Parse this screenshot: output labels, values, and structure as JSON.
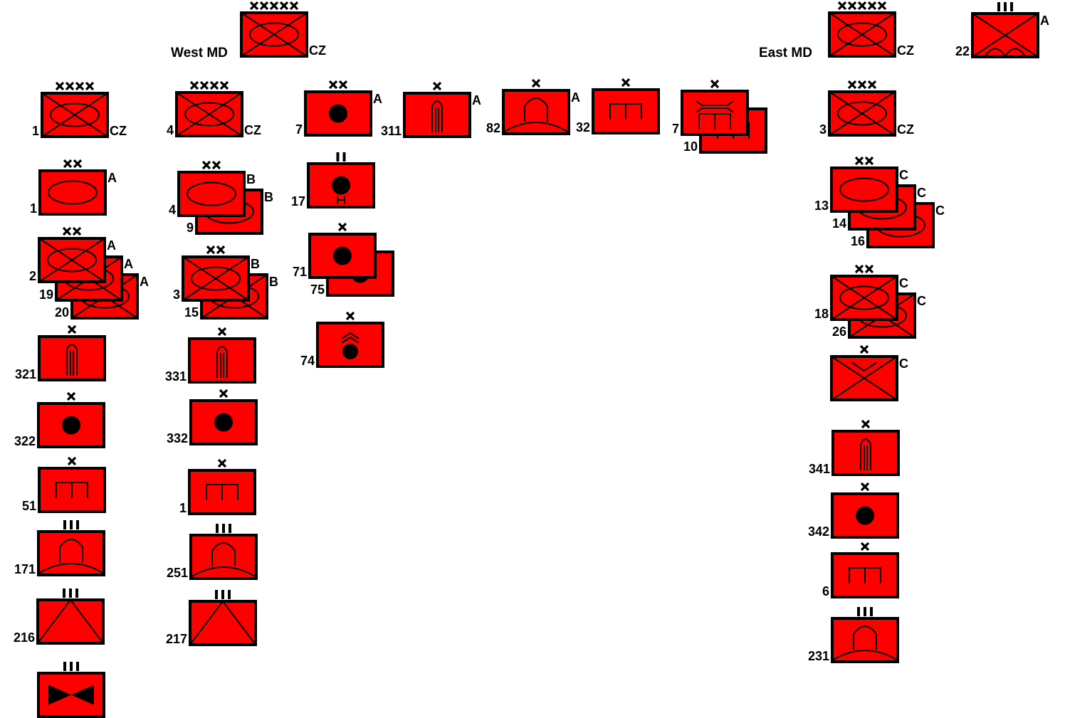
{
  "colors": {
    "unit_fill": "#ff0000",
    "outline": "#000000",
    "background": "#ffffff"
  },
  "headers": [
    {
      "id": "west",
      "text": "West MD"
    },
    {
      "id": "east",
      "text": "East MD"
    }
  ],
  "units": [
    {
      "id": "west-hq",
      "type": "combined-arms",
      "echelon": "XXXXX",
      "left": "",
      "right": "CZ"
    },
    {
      "id": "east-hq",
      "type": "combined-arms",
      "echelon": "XXXXX",
      "left": "",
      "right": "CZ"
    },
    {
      "id": "u22",
      "type": "mountain-infantry",
      "echelon": "III",
      "left": "22",
      "right": "A"
    },
    {
      "id": "army1",
      "type": "combined-arms",
      "echelon": "XXXX",
      "left": "1",
      "right": "CZ"
    },
    {
      "id": "div1",
      "type": "armor",
      "echelon": "XX",
      "left": "1",
      "right": "A"
    },
    {
      "id": "div20",
      "type": "combined-arms",
      "echelon": "",
      "left": "20",
      "right": "A"
    },
    {
      "id": "div19",
      "type": "combined-arms",
      "echelon": "",
      "left": "19",
      "right": "A"
    },
    {
      "id": "div2",
      "type": "combined-arms",
      "echelon": "XX",
      "left": "2",
      "right": "A"
    },
    {
      "id": "b321",
      "type": "missile",
      "echelon": "X",
      "left": "321",
      "right": ""
    },
    {
      "id": "b322",
      "type": "artillery",
      "echelon": "X",
      "left": "322",
      "right": ""
    },
    {
      "id": "b51",
      "type": "engineer",
      "echelon": "X",
      "left": "51",
      "right": ""
    },
    {
      "id": "r171",
      "type": "air-defense",
      "echelon": "III",
      "left": "171",
      "right": ""
    },
    {
      "id": "r216",
      "type": "airborne",
      "echelon": "III",
      "left": "216",
      "right": ""
    },
    {
      "id": "rbow",
      "type": "bowtie",
      "echelon": "III",
      "left": "",
      "right": ""
    },
    {
      "id": "army4",
      "type": "combined-arms",
      "echelon": "XXXX",
      "left": "4",
      "right": "CZ"
    },
    {
      "id": "div9",
      "type": "armor",
      "echelon": "",
      "left": "9",
      "right": "B"
    },
    {
      "id": "div4",
      "type": "armor",
      "echelon": "XX",
      "left": "4",
      "right": "B"
    },
    {
      "id": "div15",
      "type": "combined-arms",
      "echelon": "",
      "left": "15",
      "right": "B"
    },
    {
      "id": "div3b",
      "type": "combined-arms",
      "echelon": "XX",
      "left": "3",
      "right": "B"
    },
    {
      "id": "b331",
      "type": "missile",
      "echelon": "X",
      "left": "331",
      "right": ""
    },
    {
      "id": "b332",
      "type": "artillery",
      "echelon": "X",
      "left": "332",
      "right": ""
    },
    {
      "id": "b1e",
      "type": "engineer",
      "echelon": "X",
      "left": "1",
      "right": ""
    },
    {
      "id": "r251",
      "type": "air-defense",
      "echelon": "III",
      "left": "251",
      "right": ""
    },
    {
      "id": "r217",
      "type": "airborne",
      "echelon": "III",
      "left": "217",
      "right": ""
    },
    {
      "id": "div7a",
      "type": "artillery",
      "echelon": "XX",
      "left": "7",
      "right": "A"
    },
    {
      "id": "r17",
      "type": "artillery-h",
      "echelon": "II",
      "left": "17",
      "right": ""
    },
    {
      "id": "b75",
      "type": "artillery",
      "echelon": "",
      "left": "75",
      "right": ""
    },
    {
      "id": "b71",
      "type": "artillery",
      "echelon": "X",
      "left": "71",
      "right": ""
    },
    {
      "id": "b74",
      "type": "chevron-artillery",
      "echelon": "X",
      "left": "74",
      "right": ""
    },
    {
      "id": "b311",
      "type": "missile",
      "echelon": "X",
      "left": "311",
      "right": "A"
    },
    {
      "id": "b82",
      "type": "air-defense",
      "echelon": "X",
      "left": "82",
      "right": "A"
    },
    {
      "id": "b32",
      "type": "engineer",
      "echelon": "X",
      "left": "32",
      "right": ""
    },
    {
      "id": "b10",
      "type": "engineer",
      "echelon": "",
      "left": "10",
      "right": ""
    },
    {
      "id": "b7bridge",
      "type": "bridge-engineer",
      "echelon": "X",
      "left": "7",
      "right": ""
    },
    {
      "id": "army3",
      "type": "combined-arms",
      "echelon": "XXX",
      "left": "3",
      "right": "CZ"
    },
    {
      "id": "div16",
      "type": "armor",
      "echelon": "",
      "left": "16",
      "right": "C"
    },
    {
      "id": "div14",
      "type": "armor",
      "echelon": "",
      "left": "14",
      "right": "C"
    },
    {
      "id": "div13",
      "type": "armor",
      "echelon": "XX",
      "left": "13",
      "right": "C"
    },
    {
      "id": "div26",
      "type": "combined-arms",
      "echelon": "",
      "left": "26",
      "right": "C"
    },
    {
      "id": "div18",
      "type": "combined-arms",
      "echelon": "XX",
      "left": "18",
      "right": "C"
    },
    {
      "id": "bvc",
      "type": "airborne-x",
      "echelon": "X",
      "left": "",
      "right": "C"
    },
    {
      "id": "b341",
      "type": "missile",
      "echelon": "X",
      "left": "341",
      "right": ""
    },
    {
      "id": "b342",
      "type": "artillery",
      "echelon": "X",
      "left": "342",
      "right": ""
    },
    {
      "id": "b6",
      "type": "engineer",
      "echelon": "X",
      "left": "6",
      "right": ""
    },
    {
      "id": "r231",
      "type": "air-defense",
      "echelon": "III",
      "left": "231",
      "right": ""
    }
  ]
}
